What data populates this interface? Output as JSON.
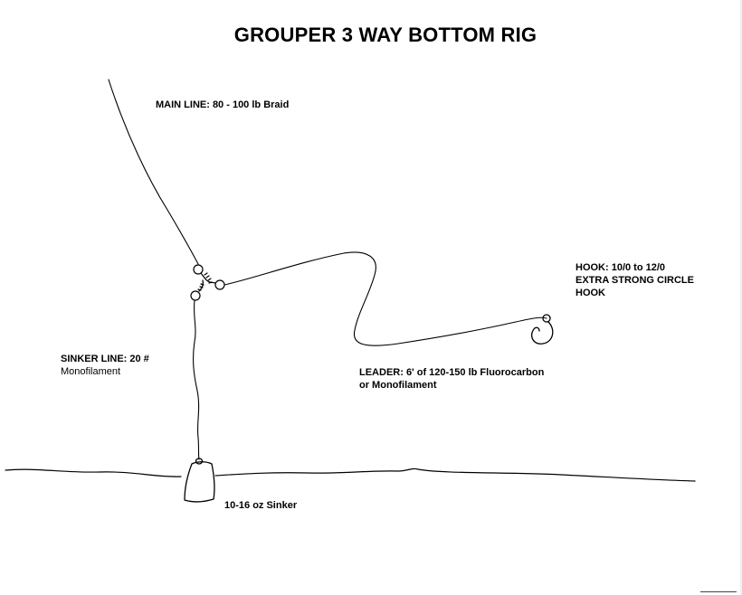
{
  "title": "GROUPER 3 WAY BOTTOM RIG",
  "labels": {
    "main_line": "MAIN LINE: 80 - 100 lb Braid",
    "hook": {
      "line1": "HOOK: 10/0 to 12/0",
      "line2": "EXTRA STRONG CIRCLE",
      "line3": "HOOK"
    },
    "sinker_line": {
      "line1": "SINKER LINE: 20 #",
      "line2": "Monofilament"
    },
    "leader": {
      "line1": "LEADER: 6' of 120-150 lb Fluorocarbon",
      "line2": "or Monofilament"
    },
    "sinker": "10-16 oz Sinker"
  },
  "colors": {
    "ink": "#000000",
    "paper": "#ffffff"
  }
}
